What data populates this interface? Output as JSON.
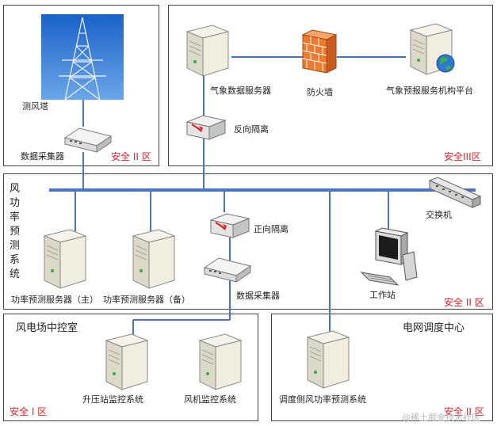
{
  "zones": {
    "zone_ii_top": {
      "safety": "安全 II 区"
    },
    "zone_iii": {
      "safety": "安全III区"
    },
    "zone_wind": {
      "title": "风功率预测系统",
      "safety": "安全 II 区"
    },
    "zone_farm": {
      "title": "风电场中控室",
      "safety": "安全 I 区"
    },
    "zone_grid": {
      "title": "电网调度中心",
      "safety": "安全 II 区"
    }
  },
  "nodes": {
    "tower": "测风塔",
    "collector_top": "数据采集器",
    "weather_server": "气象数据服务器",
    "firewall": "防火墙",
    "forecast_platform": "气象预报服务机构平台",
    "reverse_isolation": "反向隔离",
    "switch": "交换机",
    "forward_isolation": "正向隔离",
    "collector_mid": "数据采集器",
    "server_main": "功率预测服务器（主）",
    "server_backup": "功率预测服务器（备）",
    "workstation": "工作站",
    "substation_monitor": "升压站监控系统",
    "turbine_monitor": "风机监控系统",
    "dispatch_forecast": "调度侧风功率预测系统"
  },
  "watermark": "@稀土掘金技术社区",
  "colors": {
    "link": "#4a74c0",
    "bus": "#4a74c0",
    "safety": "#e0202a",
    "firewall": "#ee7a30"
  }
}
